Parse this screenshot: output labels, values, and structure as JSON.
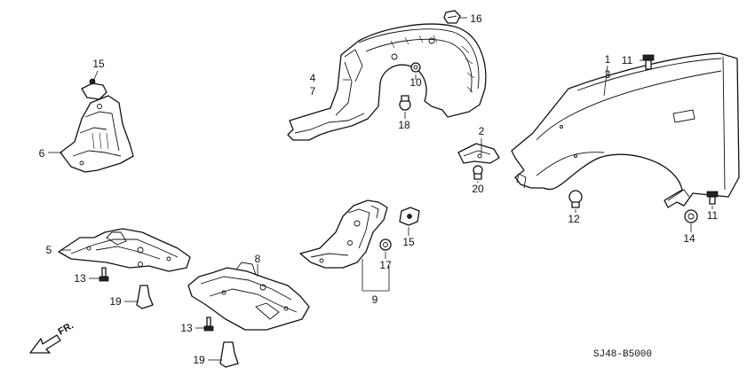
{
  "diagram_code": "SJ48-B5000",
  "direction_label": "FR.",
  "callouts": {
    "c1": "1",
    "c2": "2",
    "c3": "3",
    "c4": "4",
    "c5": "5",
    "c6": "6",
    "c7": "7",
    "c8": "8",
    "c9": "9",
    "c10": "10",
    "c11a": "11",
    "c11b": "11",
    "c12": "12",
    "c13a": "13",
    "c13b": "13",
    "c14": "14",
    "c15a": "15",
    "c15b": "15",
    "c16": "16",
    "c17": "17",
    "c18": "18",
    "c19a": "19",
    "c19b": "19",
    "c20": "20"
  }
}
